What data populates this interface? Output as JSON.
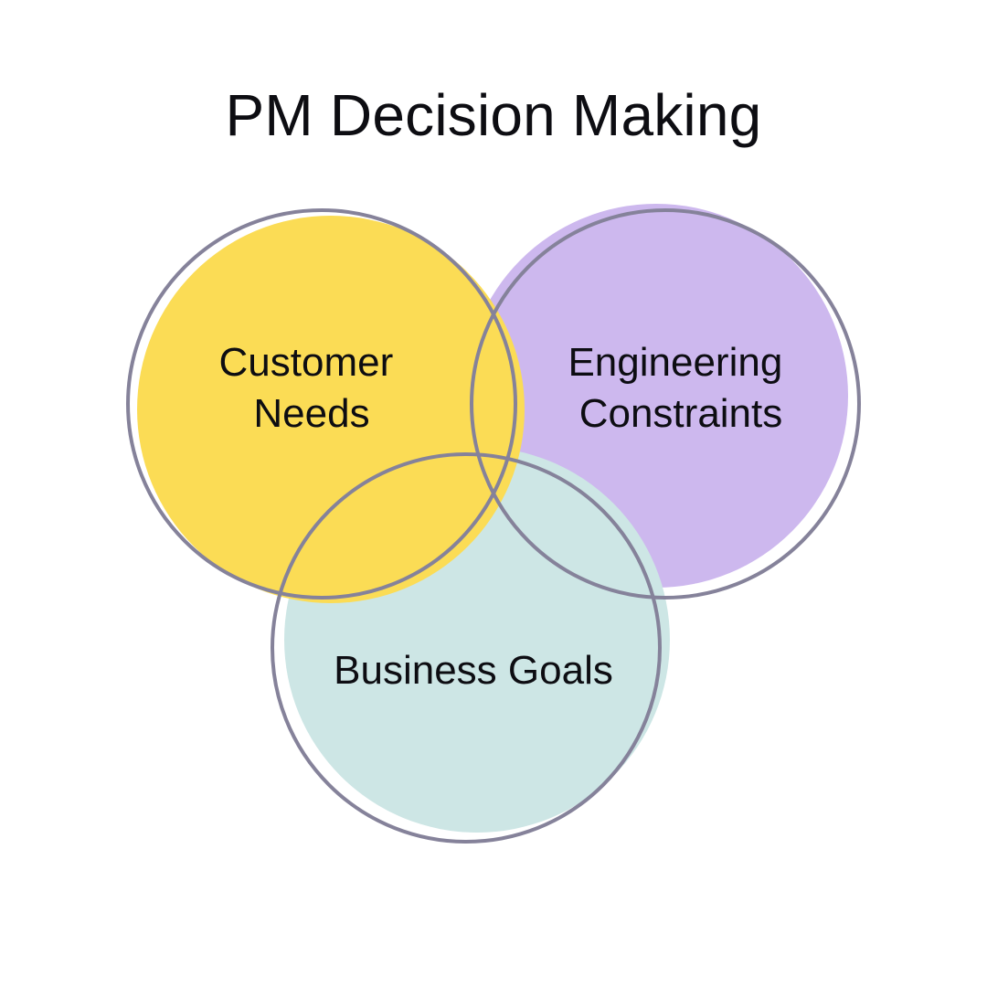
{
  "title": "PM Decision Making",
  "outline_color": "#85829a",
  "circles": [
    {
      "key": "customer",
      "lines": [
        "Customer",
        "Needs"
      ],
      "fill": "#fbdc55"
    },
    {
      "key": "engineering",
      "lines": [
        "Engineering",
        "Constraints"
      ],
      "fill": "#cdb8ee"
    },
    {
      "key": "business",
      "lines": [
        "Business Goals"
      ],
      "fill": "#cde6e5"
    }
  ]
}
